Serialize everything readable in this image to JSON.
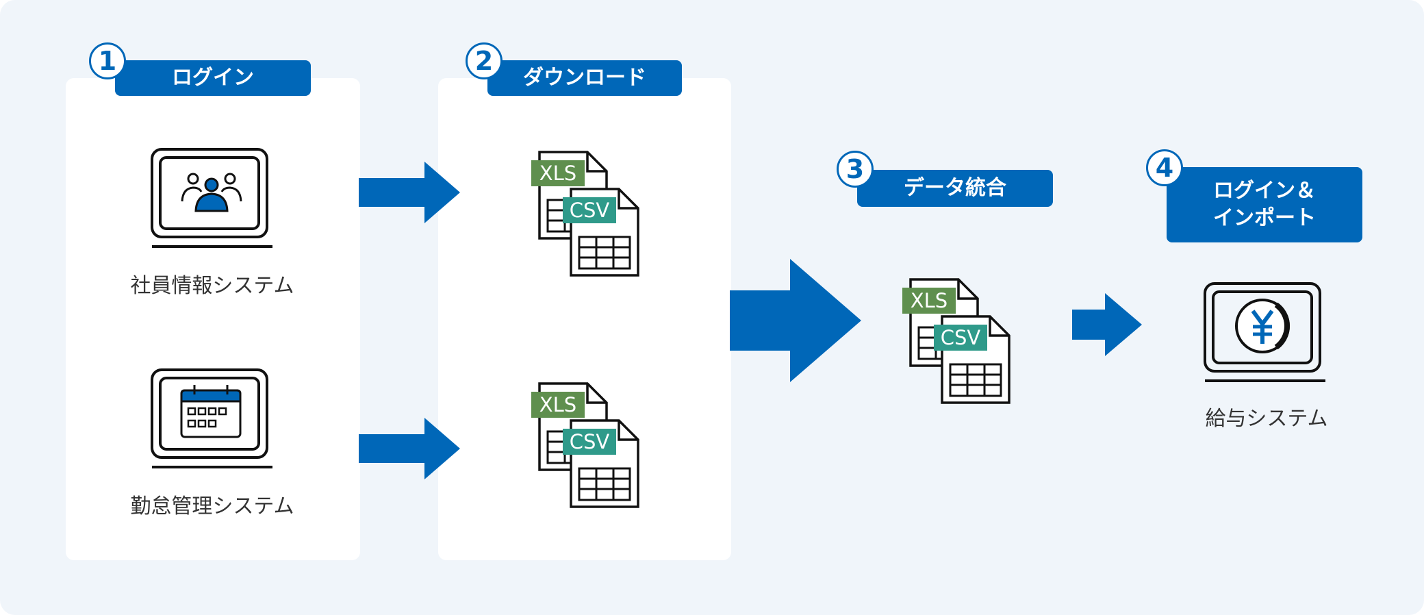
{
  "colors": {
    "background": "#f0f5fa",
    "panel": "#ffffff",
    "accent": "#0067b8",
    "xls": "#5f8f4e",
    "csv": "#2f9a8a",
    "line": "#111111"
  },
  "steps": [
    {
      "number": "1",
      "title": "ログイン"
    },
    {
      "number": "2",
      "title": "ダウンロード"
    },
    {
      "number": "3",
      "title": "データ統合"
    },
    {
      "number": "4",
      "title_line1": "ログイン＆",
      "title_line2": "インポート"
    }
  ],
  "systems": {
    "employee": {
      "label": "社員情報システム",
      "icon": "people-monitor-icon"
    },
    "attendance": {
      "label": "勤怠管理システム",
      "icon": "calendar-monitor-icon"
    },
    "payroll": {
      "label": "給与システム",
      "icon": "yen-monitor-icon"
    }
  },
  "files": {
    "xls_label": "XLS",
    "csv_label": "CSV"
  }
}
